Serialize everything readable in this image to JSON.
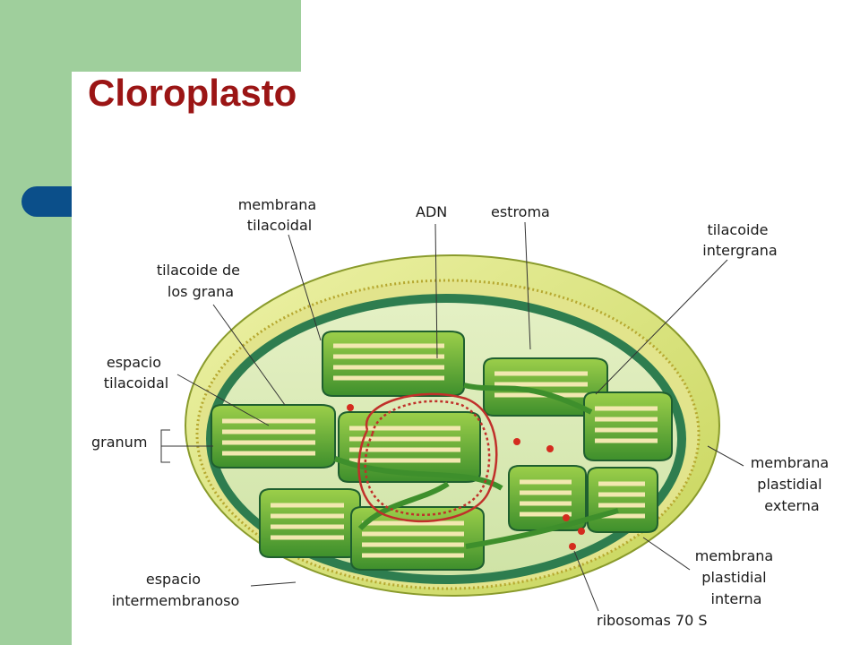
{
  "slide": {
    "title": "Cloroplasto"
  },
  "diagram": {
    "labels": {
      "membrana_tilacoidal": [
        "membrana",
        "tilacoidal"
      ],
      "adn": "ADN",
      "estroma": "estroma",
      "tilacoide_intergrana": [
        "tilacoide",
        "intergrana"
      ],
      "tilacoide_grana": [
        "tilacoide de",
        "los grana"
      ],
      "espacio_tilacoidal": [
        "espacio",
        "tilacoidal"
      ],
      "granum": "granum",
      "membrana_externa": [
        "membrana",
        "plastidial",
        "externa"
      ],
      "membrana_interna": [
        "membrana",
        "plastidial",
        "interna"
      ],
      "espacio_intermembranoso": [
        "espacio",
        "intermembranoso"
      ],
      "ribosomas": "ribosomas 70 S"
    },
    "colors": {
      "background_green": "#9fcf9c",
      "accent_blue": "#0b4f8a",
      "title_red": "#9b1515",
      "outer_membrane": "#d8e27a",
      "dark_membrane": "#2e7d4f",
      "thylakoid": "#5fae3a",
      "dna": "#c0302a"
    }
  }
}
